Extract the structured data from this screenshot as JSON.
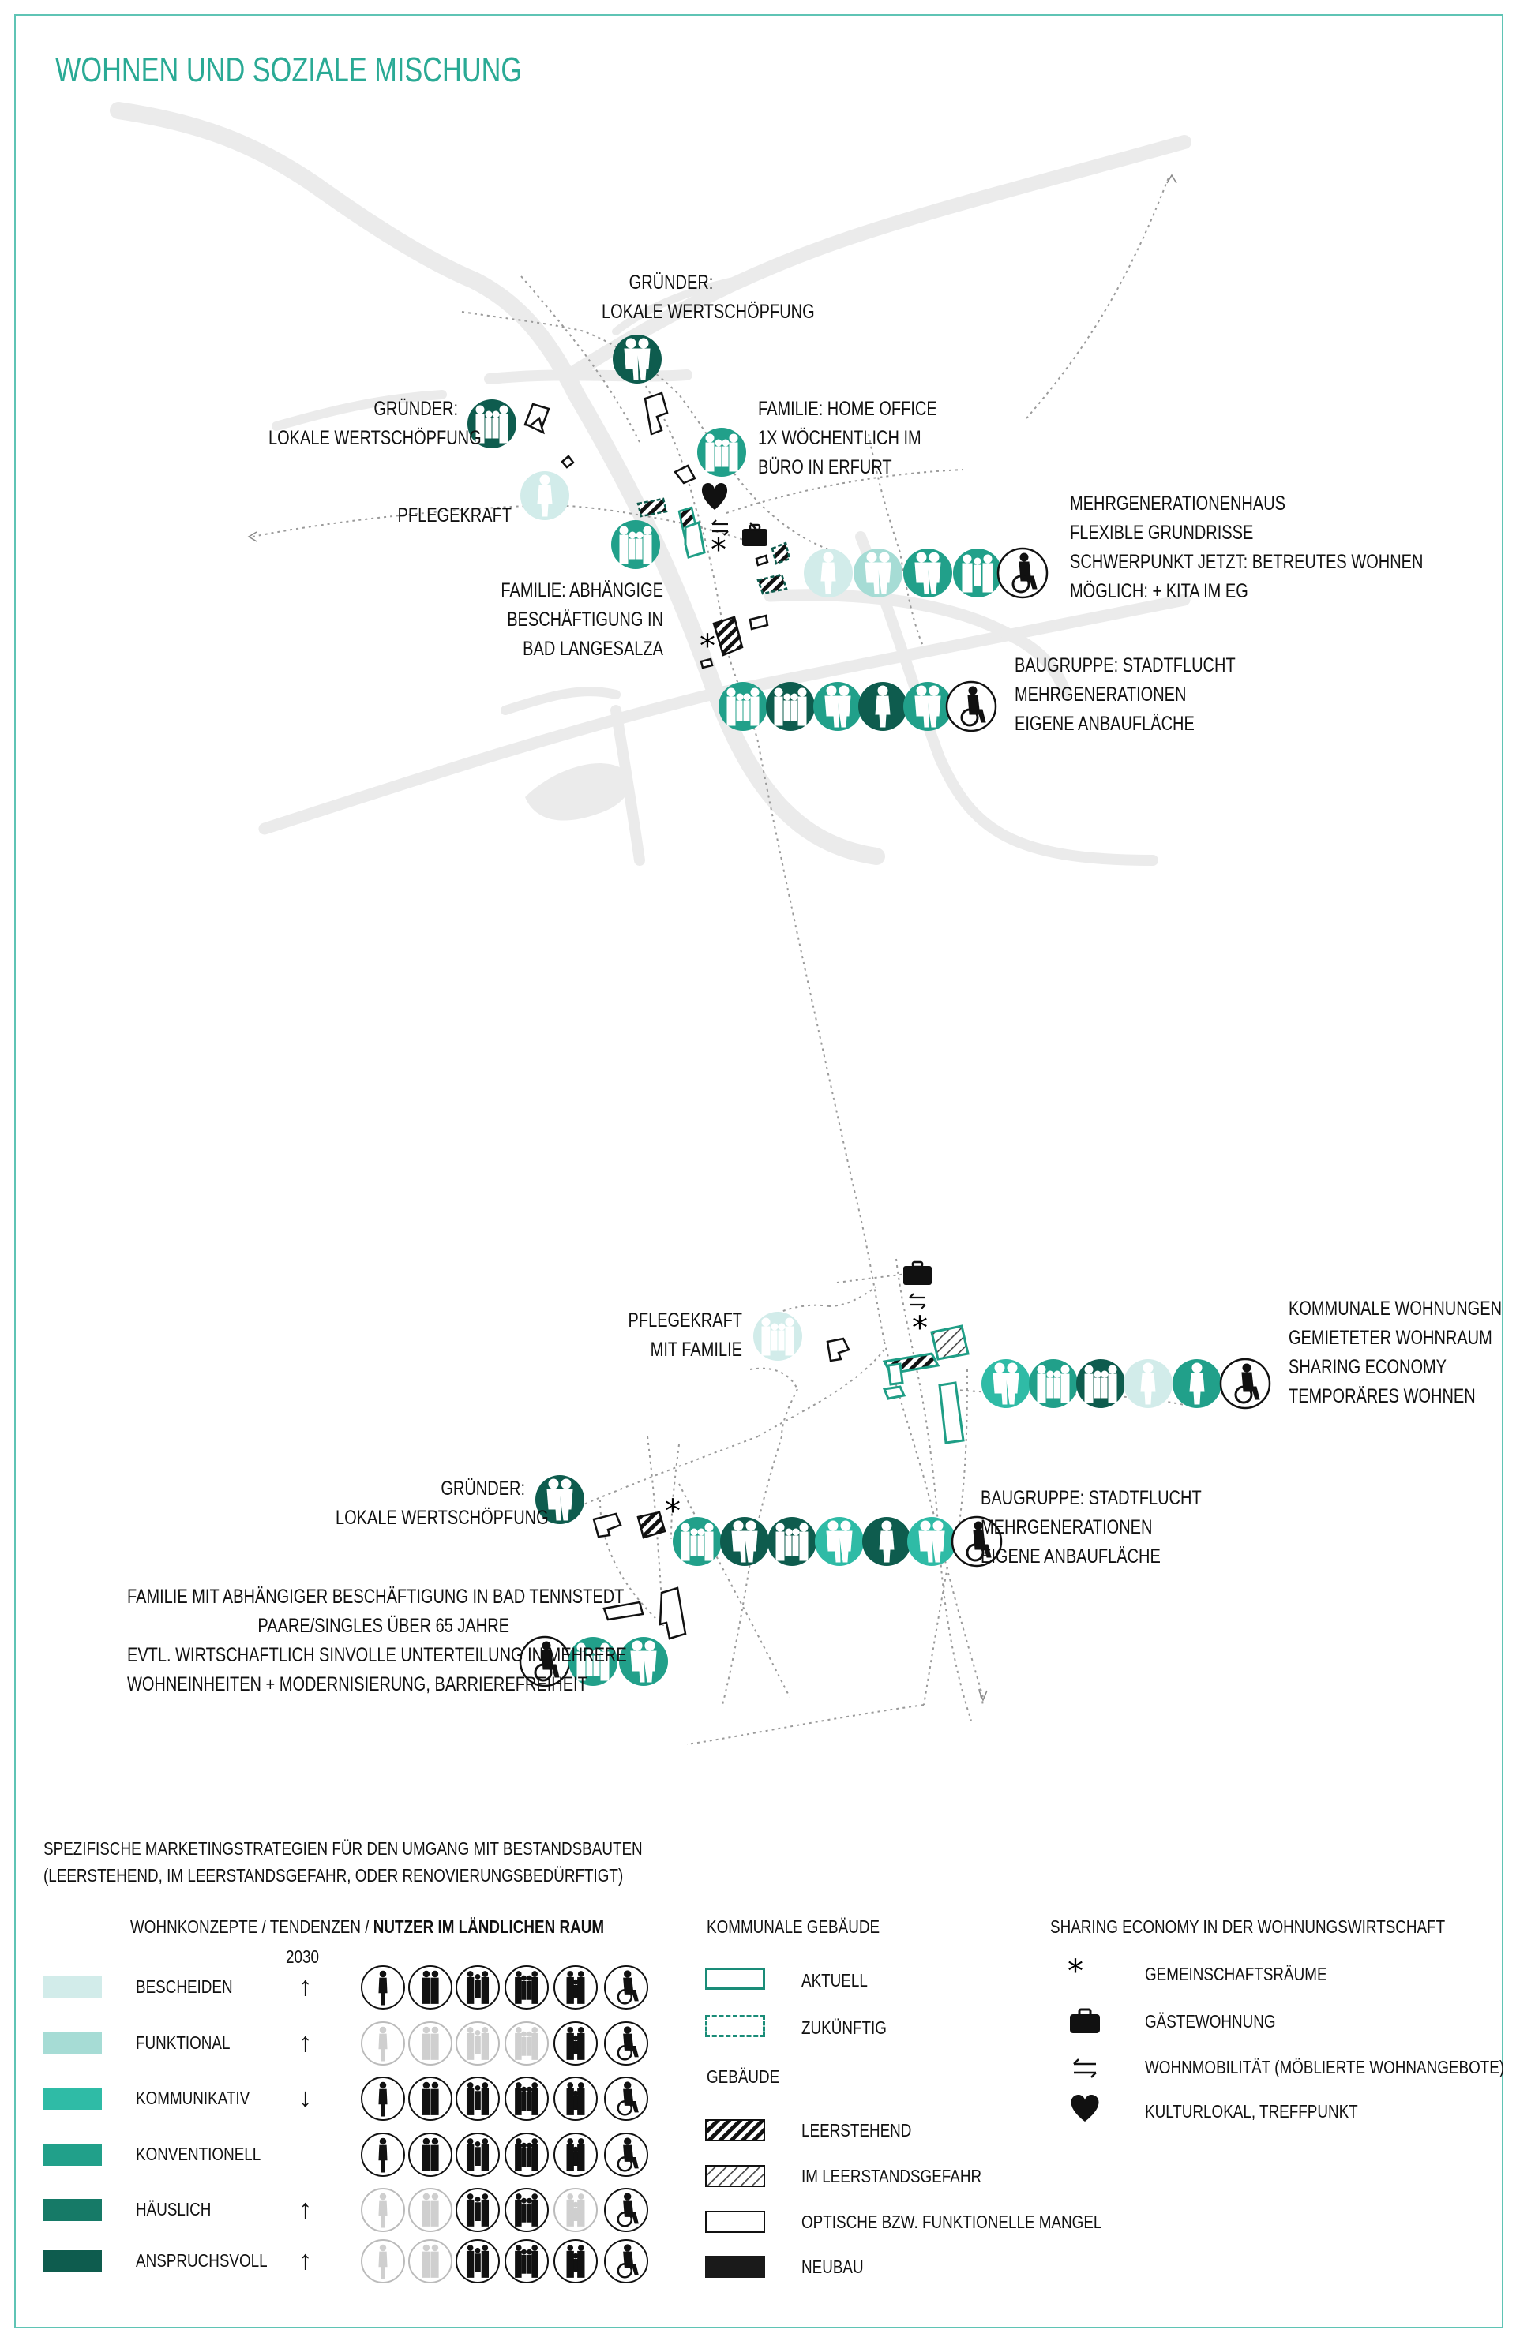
{
  "title": "WOHNEN UND SOZIALE MISCHUNG",
  "colors": {
    "bescheiden": "#d2ecea",
    "funktional": "#a6dcd5",
    "kommunikativ": "#2fbba6",
    "konventionell": "#21a08a",
    "haeuslich": "#167a67",
    "anspruchsvoll": "#0e5c4e",
    "frame": "#5fc4b5",
    "title": "#2aaa95"
  },
  "map_labels": {
    "gruender_top": [
      "GRÜNDER:",
      "LOKALE WERTSCHÖPFUNG"
    ],
    "gruender_left": [
      "GRÜNDER:",
      "LOKALE WERTSCHÖPFUNG"
    ],
    "familie_home_office": [
      "FAMILIE: HOME OFFICE",
      "1X WÖCHENTLICH IM",
      "BÜRO IN ERFURT"
    ],
    "pflegekraft_top": [
      "PFLEGEKRAFT"
    ],
    "mehrgenerationenhaus": [
      "MEHRGENERATIONENHAUS",
      "FLEXIBLE GRUNDRISSE",
      "SCHWERPUNKT JETZT: BETREUTES WOHNEN",
      "MÖGLICH: + KITA IM EG"
    ],
    "familie_abhaengige": [
      "FAMILIE: ABHÄNGIGE",
      "BESCHÄFTIGUNG IN",
      "BAD LANGESALZA"
    ],
    "baugruppe_top": [
      "BAUGRUPPE: STADTFLUCHT",
      "MEHRGENERATIONEN",
      "EIGENE ANBAUFLÄCHE"
    ],
    "pflegekraft_familie": [
      "PFLEGEKRAFT",
      "MIT FAMILIE"
    ],
    "kommunale_wohnungen": [
      "KOMMUNALE WOHNUNGEN",
      "GEMIETETER WOHNRAUM",
      "SHARING ECONOMY",
      "TEMPORÄRES WOHNEN"
    ],
    "gruender_bottom": [
      "GRÜNDER:",
      "LOKALE WERTSCHÖPFUNG"
    ],
    "baugruppe_bottom": [
      "BAUGRUPPE: STADTFLUCHT",
      "MEHRGENERATIONEN",
      "EIGENE ANBAUFLÄCHE"
    ],
    "familie_tennstedt": [
      "FAMILIE MIT ABHÄNGIGER BESCHÄFTIGUNG IN BAD TENNSTEDT",
      "PAARE/SINGLES ÜBER 65 JAHRE",
      "EVTL. WIRTSCHAFTLICH SINVOLLE UNTERTEILUNG IN MEHRERE",
      "WOHNEINHEITEN + MODERNISIERUNG, BARRIEREFREIHEIT"
    ]
  },
  "legend": {
    "intro": [
      "SPEZIFISCHE MARKETINGSTRATEGIEN FÜR DEN UMGANG MIT BESTANDSBAUTEN",
      "(LEERSTEHEND, IM LEERSTANDSGEFAHR, ODER RENOVIERUNGSBEDÜRFTIGT)"
    ],
    "header_a": "WOHNKONZEPTE  / TENDENZEN /",
    "header_b": "NUTZER IM LÄNDLICHEN RAUM",
    "year": "2030",
    "concepts": [
      {
        "label": "BESCHEIDEN",
        "trend": "↑",
        "pattern": [
          1,
          1,
          1,
          1,
          1,
          1
        ]
      },
      {
        "label": "FUNKTIONAL",
        "trend": "↑",
        "pattern": [
          0,
          0,
          0,
          0,
          1,
          1
        ]
      },
      {
        "label": "KOMMUNIKATIV",
        "trend": "↓",
        "pattern": [
          1,
          1,
          1,
          1,
          1,
          1
        ]
      },
      {
        "label": "KONVENTIONELL",
        "trend": "",
        "pattern": [
          1,
          1,
          1,
          1,
          1,
          1
        ]
      },
      {
        "label": "HÄUSLICH",
        "trend": "↑",
        "pattern": [
          0,
          0,
          1,
          1,
          0,
          1
        ]
      },
      {
        "label": "ANSPRUCHSVOLL",
        "trend": "↑",
        "pattern": [
          0,
          0,
          1,
          1,
          1,
          1
        ]
      }
    ],
    "kommunale_title": "KOMMUNALE GEBÄUDE",
    "kommunale": [
      {
        "label": "AKTUELL"
      },
      {
        "label": "ZUKÜNFTIG"
      }
    ],
    "gebaeude_title": "GEBÄUDE",
    "gebaeude": [
      {
        "label": "LEERSTEHEND"
      },
      {
        "label": "IM LEERSTANDSGEFAHR"
      },
      {
        "label": "OPTISCHE BZW. FUNKTIONELLE MANGEL"
      },
      {
        "label": "NEUBAU"
      }
    ],
    "sharing_title": "SHARING ECONOMY IN DER WOHNUNGSWIRTSCHAFT",
    "sharing": [
      {
        "icon": "asterisk-icon",
        "label": "GEMEINSCHAFTSRÄUME"
      },
      {
        "icon": "suitcase-icon",
        "label": "GÄSTEWOHNUNG"
      },
      {
        "icon": "swap-arrows-icon",
        "label": "WOHNMOBILITÄT (MÖBLIERTE WOHNANGEBOTE)"
      },
      {
        "icon": "heart-icon",
        "label": "KULTURLOKAL, TREFFPUNKT"
      }
    ]
  }
}
